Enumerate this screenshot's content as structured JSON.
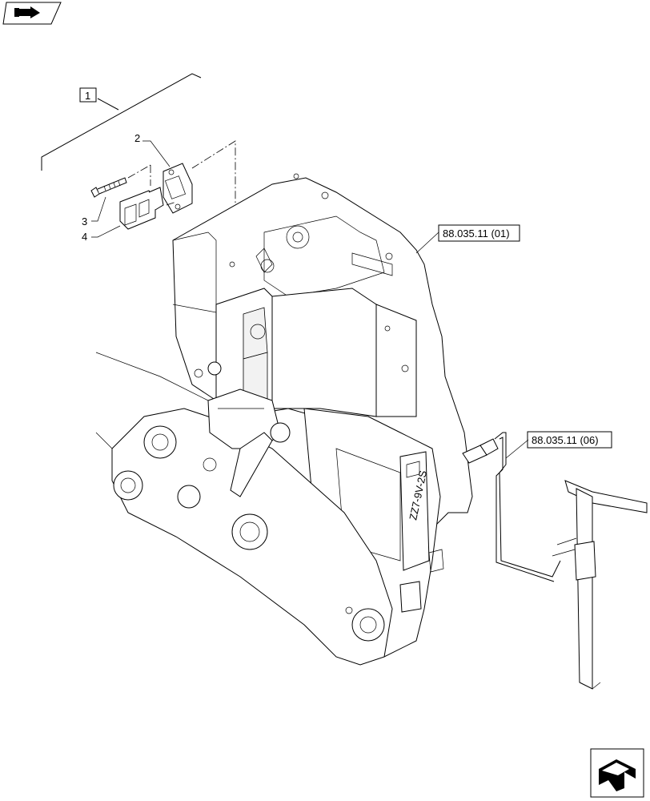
{
  "header_icon": "book-arrow-icon",
  "footer_icon": "next-page-arrow-icon",
  "callouts": {
    "group": "1",
    "item2": "2",
    "item3": "3",
    "item4": "4"
  },
  "references": {
    "ref1": "88.035.11 (01)",
    "ref2": "88.035.11 (06)"
  },
  "part_stamp": "ZZ7-9V-2S"
}
